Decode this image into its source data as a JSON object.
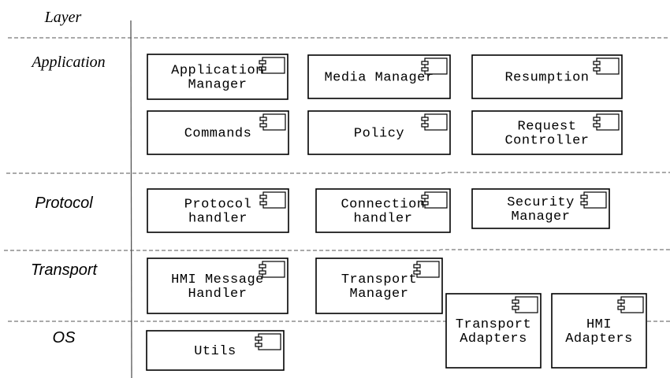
{
  "header": {
    "layer_title": "Layer"
  },
  "layers": [
    {
      "id": "application",
      "label": "Application"
    },
    {
      "id": "protocol",
      "label": "Protocol"
    },
    {
      "id": "transport",
      "label": "Transport"
    },
    {
      "id": "os",
      "label": "OS"
    }
  ],
  "components": [
    {
      "id": "application-manager",
      "lines": [
        "Application",
        "Manager"
      ]
    },
    {
      "id": "media-manager",
      "lines": [
        "Media Manager"
      ]
    },
    {
      "id": "resumption",
      "lines": [
        "Resumption"
      ]
    },
    {
      "id": "commands",
      "lines": [
        "Commands"
      ]
    },
    {
      "id": "policy",
      "lines": [
        "Policy"
      ]
    },
    {
      "id": "request-controller",
      "lines": [
        "Request",
        "Controller"
      ]
    },
    {
      "id": "protocol-handler",
      "lines": [
        "Protocol",
        "handler"
      ]
    },
    {
      "id": "connection-handler",
      "lines": [
        "Connection",
        "handler"
      ]
    },
    {
      "id": "security-manager",
      "lines": [
        "Security",
        "Manager"
      ]
    },
    {
      "id": "hmi-message-handler",
      "lines": [
        "HMI Message",
        "Handler"
      ]
    },
    {
      "id": "transport-manager",
      "lines": [
        "Transport",
        "Manager"
      ]
    },
    {
      "id": "transport-adapters",
      "lines": [
        "Transport",
        "Adapters"
      ]
    },
    {
      "id": "hmi-adapters",
      "lines": [
        "HMI",
        "Adapters"
      ]
    },
    {
      "id": "utils",
      "lines": [
        "Utils"
      ]
    }
  ],
  "colors": {
    "stroke": "#000000",
    "separator": "#777777",
    "background": "#ffffff"
  }
}
